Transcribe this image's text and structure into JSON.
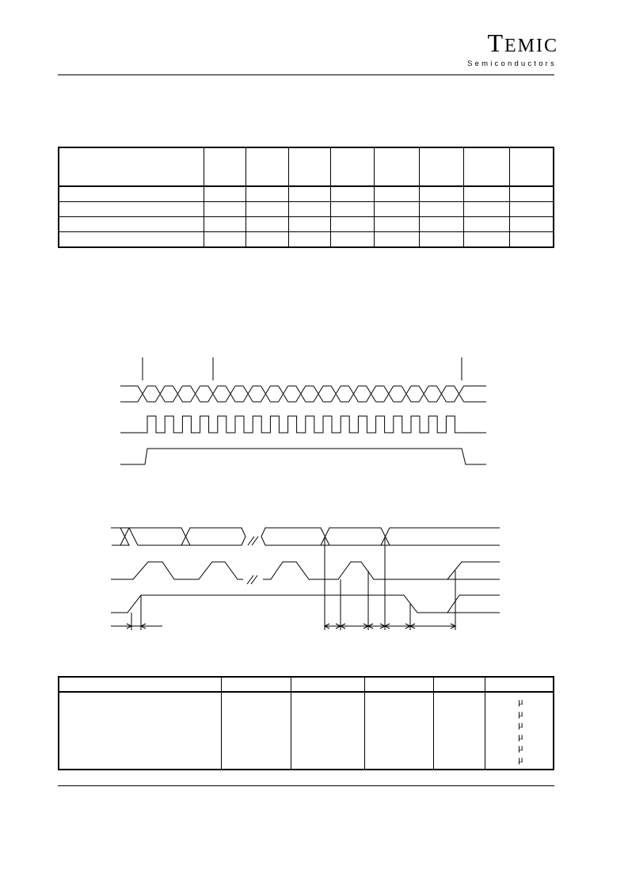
{
  "header": {
    "logo_main": "TEMIC",
    "logo_first": "T",
    "logo_rest": "EMIC",
    "logo_sub": "Semiconductors"
  },
  "table1": {
    "column_count": 9,
    "header_cells": [
      "",
      "",
      "",
      "",
      "",
      "",
      "",
      "",
      ""
    ],
    "rows": [
      [
        "",
        "",
        "",
        "",
        "",
        "",
        "",
        "",
        ""
      ],
      [
        "",
        "",
        "",
        "",
        "",
        "",
        "",
        "",
        ""
      ],
      [
        "",
        "",
        "",
        "",
        "",
        "",
        "",
        "",
        ""
      ],
      [
        "",
        "",
        "",
        "",
        "",
        "",
        "",
        "",
        ""
      ]
    ]
  },
  "timing_diagram_1": {
    "clock_pulse_count": 18,
    "data_transition_count": 18
  },
  "timing_diagram_2": {
    "break_marks": "//"
  },
  "table2": {
    "header_cells": [
      "",
      "",
      "",
      "",
      "",
      ""
    ],
    "unit_symbols": [
      "µ",
      "µ",
      "µ",
      "µ",
      "µ",
      "µ"
    ]
  }
}
